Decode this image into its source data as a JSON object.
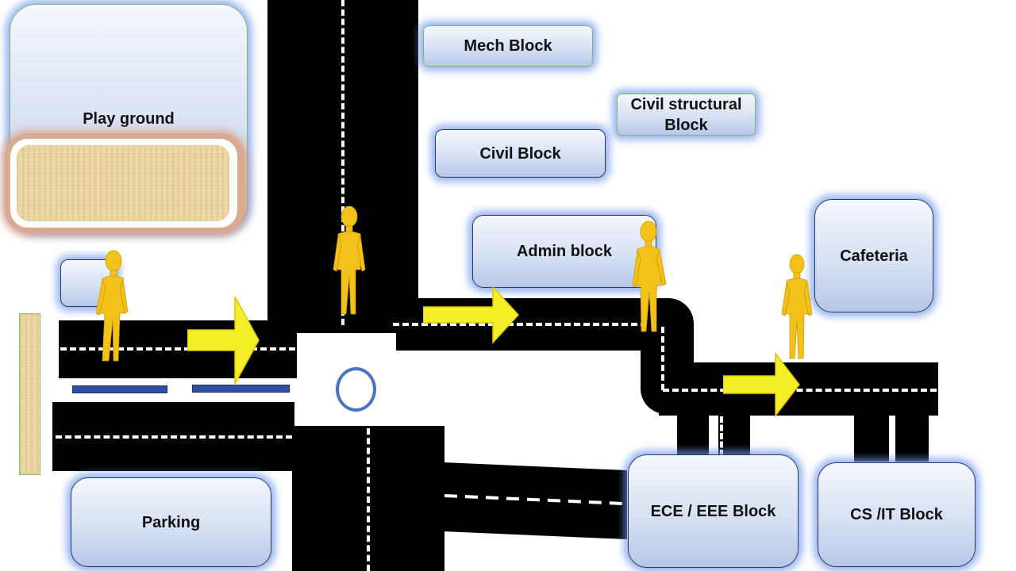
{
  "map": {
    "blocks": {
      "playground": "Play ground",
      "mech": "Mech Block",
      "civil_structural": "Civil structural Block",
      "civil": "Civil Block",
      "admin": "Admin block",
      "cafeteria": "Cafeteria",
      "parking": "Parking",
      "ece_eee": "ECE / EEE Block",
      "cs_it": "CS /IT Block"
    },
    "colors": {
      "road": "#000000",
      "block_glow": "#6e96eb",
      "arrow": "#f5ef2a",
      "person": "#f2c21a",
      "roundabout": "#4a73c2",
      "crossing": "#2f4f9f",
      "sand": "#ecd9a6"
    },
    "icons": [
      "person-icon",
      "arrow-right-icon",
      "roundabout-icon",
      "pedestrian-crossing-icon"
    ]
  }
}
